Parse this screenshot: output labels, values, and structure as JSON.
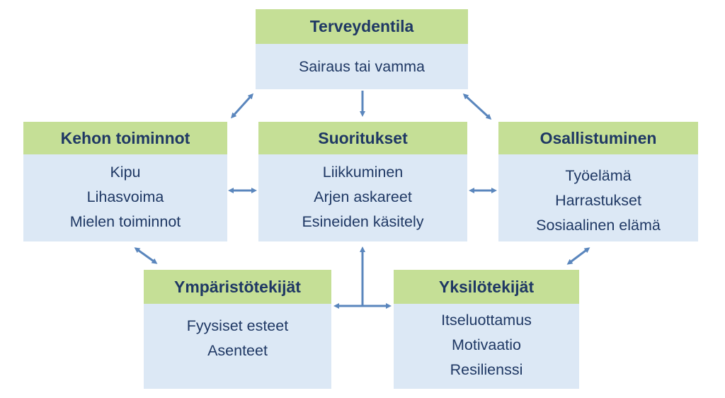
{
  "boxes": {
    "terveydentila": {
      "title": "Terveydentila",
      "items": [
        "Sairaus tai vamma"
      ]
    },
    "kehon_toiminnot": {
      "title": "Kehon toiminnot",
      "items": [
        "Kipu",
        "Lihasvoima",
        "Mielen toiminnot"
      ]
    },
    "suoritukset": {
      "title": "Suoritukset",
      "items": [
        "Liikkuminen",
        "Arjen askareet",
        "Esineiden käsitely"
      ]
    },
    "osallistuminen": {
      "title": "Osallistuminen",
      "items": [
        "Työelämä",
        "Harrastukset",
        "Sosiaalinen elämä"
      ]
    },
    "ymparistotekijat": {
      "title": "Ympäristötekijät",
      "items": [
        "Fyysiset esteet",
        "Asenteet"
      ]
    },
    "yksilotekijat": {
      "title": "Yksilötekijät",
      "items": [
        "Itseluottamus",
        "Motivaatio",
        "Resilienssi"
      ]
    }
  },
  "colors": {
    "header": "#c5df96",
    "body": "#dce8f5",
    "text": "#1f3864",
    "arrow": "#5a86bd"
  }
}
